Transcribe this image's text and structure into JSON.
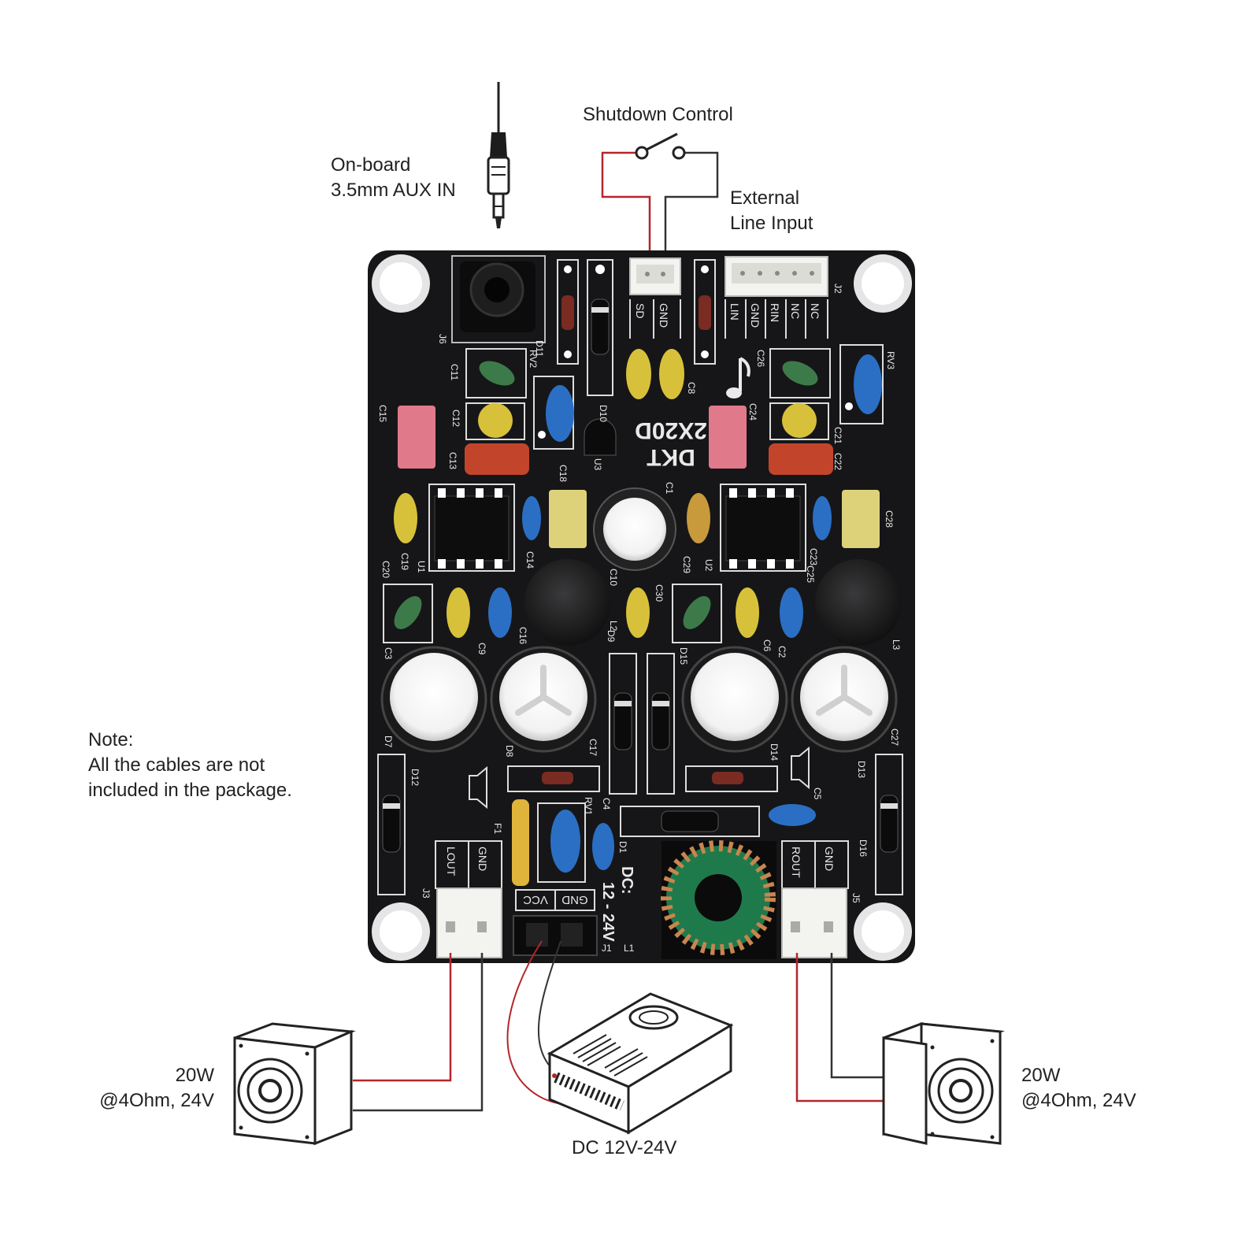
{
  "labels": {
    "aux_in": [
      "On-board",
      "3.5mm AUX IN"
    ],
    "shutdown_control": "Shutdown Control",
    "external_line_input": [
      "External",
      "Line Input"
    ],
    "note": [
      "Note:",
      "All the cables are not",
      "included in the package."
    ],
    "left_speaker": [
      "20W",
      "@4Ohm, 24V"
    ],
    "right_speaker": [
      "20W",
      "@4Ohm, 24V"
    ],
    "power_supply": "DC 12V-24V"
  },
  "board": {
    "brand": "DKT",
    "model": "2X20D",
    "power_rating_title": "DC:",
    "power_rating_value": "12 - 24V",
    "connectors": {
      "sd": [
        "SD",
        "GND"
      ],
      "j2": [
        "LIN",
        "GND",
        "RIN",
        "NC",
        "NC"
      ],
      "j3": [
        "LOUT",
        "GND"
      ],
      "j5": [
        "ROUT",
        "GND"
      ],
      "j1": [
        "VCC",
        "GND"
      ]
    },
    "designators": [
      "J6",
      "J2",
      "J3",
      "J5",
      "J1",
      "L1",
      "L2",
      "L3",
      "U1",
      "U2",
      "U3",
      "RV1",
      "RV2",
      "RV3",
      "F1",
      "C1",
      "C2",
      "C3",
      "C4",
      "C5",
      "C6",
      "C8",
      "C9",
      "C10",
      "C11",
      "C12",
      "C13",
      "C14",
      "C15",
      "C16",
      "C17",
      "C18",
      "C19",
      "C20",
      "C21",
      "C22",
      "C23",
      "C24",
      "C25",
      "C26",
      "C27",
      "C28",
      "C29",
      "C30",
      "D1",
      "D7",
      "D8",
      "D9",
      "D10",
      "D11",
      "D12",
      "D13",
      "D14",
      "D15",
      "D16"
    ]
  },
  "colors": {
    "pcb": "#161618",
    "wire_red": "#b3262a",
    "wire_black": "#333333",
    "electrolytic": "#ffffff",
    "film_cap_yellow": "#d8c13a",
    "film_cap_blue": "#2b6fc4",
    "film_cap_red": "#c2452b",
    "film_cap_pink": "#e07a8b",
    "inductor_green": "#1f7a4b",
    "inductor_copper": "#c88550"
  }
}
